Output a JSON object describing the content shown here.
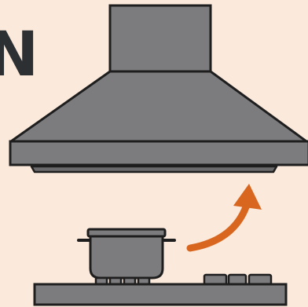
{
  "scene": {
    "partial_heading_text": "N",
    "objects": [
      "range-hood",
      "cooking-pot",
      "stovetop",
      "airflow-arrow"
    ]
  },
  "colors": {
    "background": "#fbe9db",
    "appliance_fill": "#7c7c7e",
    "appliance_dark": "#6a6a6c",
    "outline": "#1e1e1e",
    "arrow": "#d8661f",
    "heading_text": "#2d3033"
  }
}
